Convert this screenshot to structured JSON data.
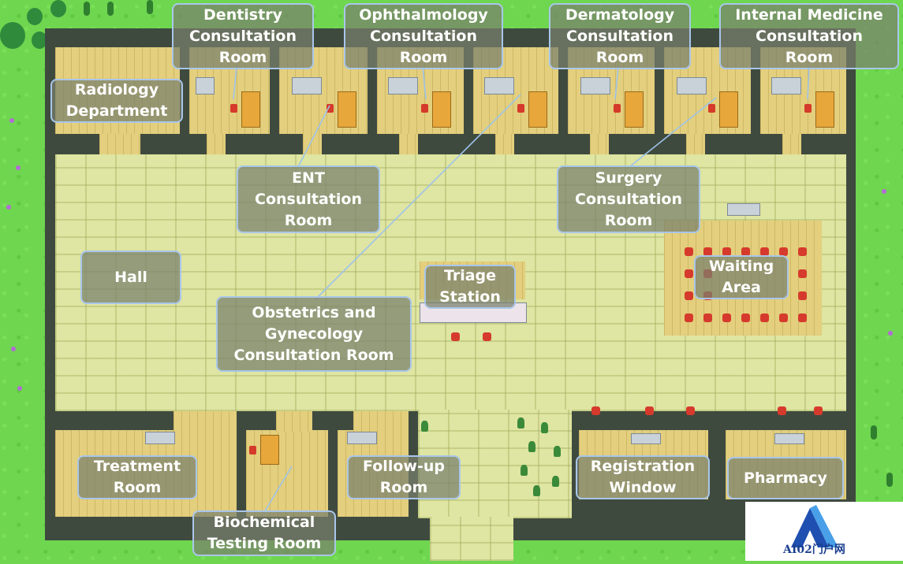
{
  "rooms": {
    "dentistry": [
      "Dentistry",
      "Consultation",
      "Room"
    ],
    "ophthalmology": [
      "Ophthalmology",
      "Consultation",
      "Room"
    ],
    "dermatology": [
      "Dermatology",
      "Consultation",
      "Room"
    ],
    "internal_medicine": [
      "Internal Medicine",
      "Consultation",
      "Room"
    ],
    "radiology": [
      "Radiology",
      "Department"
    ],
    "ent": [
      "ENT",
      "Consultation",
      "Room"
    ],
    "surgery": [
      "Surgery",
      "Consultation",
      "Room"
    ],
    "hall": [
      "Hall"
    ],
    "triage": [
      "Triage",
      "Station"
    ],
    "waiting": [
      "Waiting",
      "Area"
    ],
    "obstetrics": [
      "Obstetrics and",
      "Gynecology",
      "Consultation Room"
    ],
    "treatment": [
      "Treatment",
      "Room"
    ],
    "followup": [
      "Follow-up",
      "Room"
    ],
    "registration": [
      "Registration",
      "Window"
    ],
    "pharmacy": [
      "Pharmacy"
    ],
    "biochemical": [
      "Biochemical",
      "Testing Room"
    ]
  },
  "watermark": "AI02门户网",
  "colors": {
    "grass": "#6fd64f",
    "wall": "#3f4a3f",
    "label_border": "#a9c6ea",
    "label_bg": "#78806c"
  }
}
